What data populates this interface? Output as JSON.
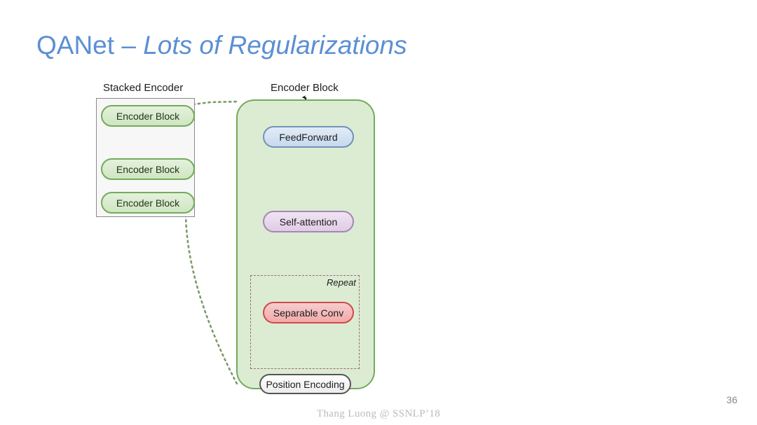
{
  "slide": {
    "title_plain": "QANet – ",
    "title_italic": "Lots of Regularizations",
    "title_color": "#5b8fd4",
    "page_number": "36",
    "footer_credit": "Thang Luong  @ SSNLP’18"
  },
  "figure": {
    "panels": [
      {
        "id": "stacked-encoder",
        "caption": "Stacked Encoder"
      },
      {
        "id": "encoder-block",
        "caption": "Encoder Block"
      }
    ],
    "stacked_encoder": {
      "caption": "Stacked Encoder",
      "blocks": [
        {
          "label": "Encoder Block"
        },
        {
          "label": "Encoder Block"
        },
        {
          "label": "Encoder Block"
        }
      ],
      "panel_fill": "#f7f7f7",
      "panel_border": "#8a8a8a",
      "block_fill": "#dcecd3",
      "block_border": "#73ab5a"
    },
    "encoder_block": {
      "caption": "Encoder Block",
      "panel_fill": "#dcecd3",
      "panel_border": "#73ab5a",
      "nodes": [
        {
          "label": "FeedForward",
          "fill": "#cfe0f2",
          "border": "#7392b8"
        },
        {
          "label": "Self-attention",
          "fill": "#e6d5ec",
          "border": "#a785b5"
        },
        {
          "label": "Separable Conv",
          "fill": "#f4b3b3",
          "border": "#cf4a4a"
        },
        {
          "label": "Position Encoding",
          "fill": "#ffffff",
          "border": "#555555"
        }
      ],
      "repeat_label": "Repeat",
      "repeat_border": "#9b6b6b"
    },
    "connectors": {
      "style": "dotted",
      "color": "#7d9b6c",
      "description": "zoom lines from top encoder block to encoder block panel"
    }
  }
}
